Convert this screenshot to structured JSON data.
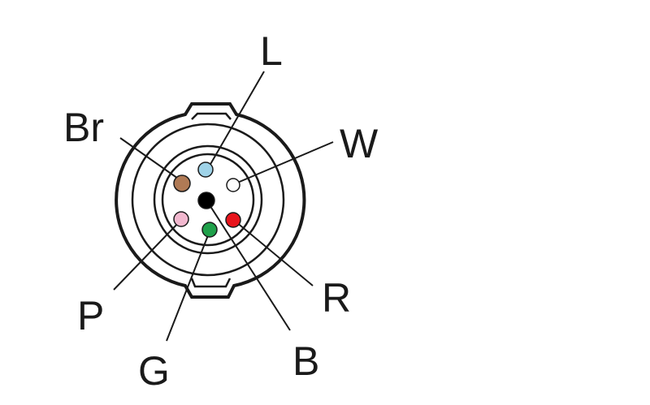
{
  "pins": [
    {
      "id": "L",
      "label": "L",
      "color": "#9fd3e8"
    },
    {
      "id": "W",
      "label": "W",
      "color": "#ffffff"
    },
    {
      "id": "Br",
      "label": "Br",
      "color": "#b07a55"
    },
    {
      "id": "B",
      "label": "B",
      "color": "#000000"
    },
    {
      "id": "P",
      "label": "P",
      "color": "#f2b8cf"
    },
    {
      "id": "G",
      "label": "G",
      "color": "#1fa04a"
    },
    {
      "id": "R",
      "label": "R",
      "color": "#e8141c"
    }
  ]
}
